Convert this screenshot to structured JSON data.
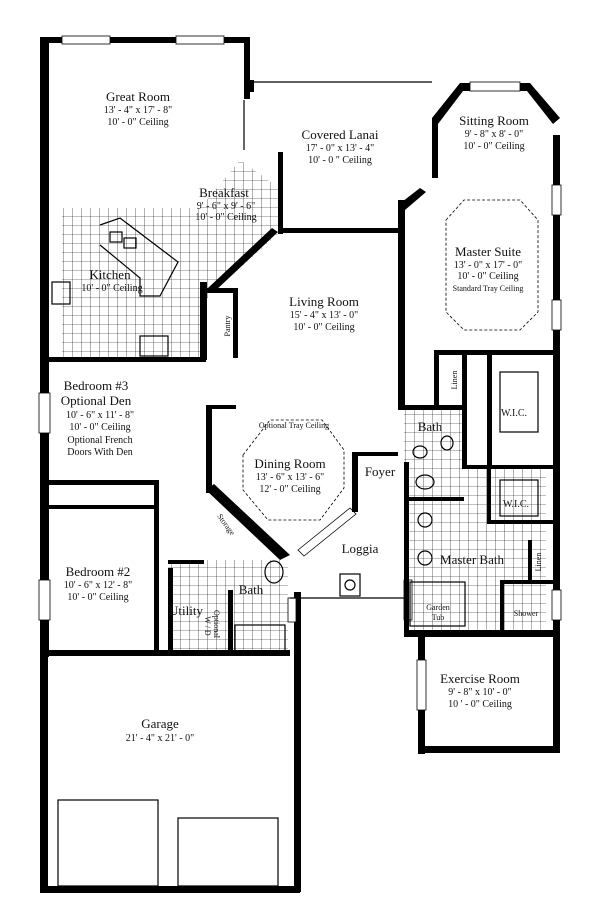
{
  "rooms": {
    "great_room": {
      "name": "Great Room",
      "dims": "13' - 4\" x 17' - 8\"",
      "ceiling": "10' - 0\" Ceiling"
    },
    "covered_lanai": {
      "name": "Covered Lanai",
      "dims": "17' - 0\" x 13' - 4\"",
      "ceiling": "10' - 0 \" Ceiling"
    },
    "sitting_room": {
      "name": "Sitting Room",
      "dims": "9' - 8\" x 8' - 0\"",
      "ceiling": "10' - 0\" Ceiling"
    },
    "breakfast": {
      "name": "Breakfast",
      "dims": "9' - 6\" x 9' - 6\"",
      "ceiling": "10' - 0\" Ceiling"
    },
    "kitchen": {
      "name": "Kitchen",
      "ceiling": "10' - 0\" Ceiling"
    },
    "master_suite": {
      "name": "Master Suite",
      "dims": "13' - 0\" x 17' - 0\"",
      "ceiling": "10' - 0\" Ceiling",
      "note": "Standard Tray Ceiling"
    },
    "living_room": {
      "name": "Living Room",
      "dims": "15' - 4\" x 13' - 0\"",
      "ceiling": "10' - 0\" Ceiling"
    },
    "pantry": {
      "name": "Pantry"
    },
    "bedroom3": {
      "name": "Bedroom #3",
      "alt": "Optional Den",
      "dims": "10' - 6\" x 11' - 8\"",
      "ceiling": "10' - 0\" Ceiling",
      "note1": "Optional French",
      "note2": "Doors With Den"
    },
    "dining_room": {
      "name": "Dining Room",
      "tray": "Optional Tray Ceiling",
      "dims": "13' - 6\" x 13' - 6\"",
      "ceiling": "12' - 0\" Ceiling"
    },
    "foyer": {
      "name": "Foyer"
    },
    "bath_upper": {
      "name": "Bath"
    },
    "linen_upper": {
      "name": "Linen"
    },
    "wic_upper": {
      "name": "W.I.C."
    },
    "wic_lower": {
      "name": "W.I.C."
    },
    "linen_lower": {
      "name": "Linen"
    },
    "master_bath": {
      "name": "Master Bath"
    },
    "garden_tub": {
      "name1": "Garden",
      "name2": "Tub"
    },
    "shower": {
      "name": "Shower"
    },
    "exercise_room": {
      "name": "Exercise Room",
      "dims": "9' - 8\" x 10' - 0\"",
      "ceiling": "10 ' - 0\" Ceiling"
    },
    "loggia": {
      "name": "Loggia"
    },
    "storage": {
      "name": "Storage"
    },
    "bedroom2": {
      "name": "Bedroom #2",
      "dims": "10' - 6\" x 12' - 8\"",
      "ceiling": "10' - 0\" Ceiling"
    },
    "bath_lower": {
      "name": "Bath"
    },
    "utility": {
      "name": "Utility"
    },
    "wd": {
      "name1": "Optional",
      "name2": "W / D"
    },
    "garage": {
      "name": "Garage",
      "dims": "21' - 4\" x 21' - 0\""
    }
  }
}
